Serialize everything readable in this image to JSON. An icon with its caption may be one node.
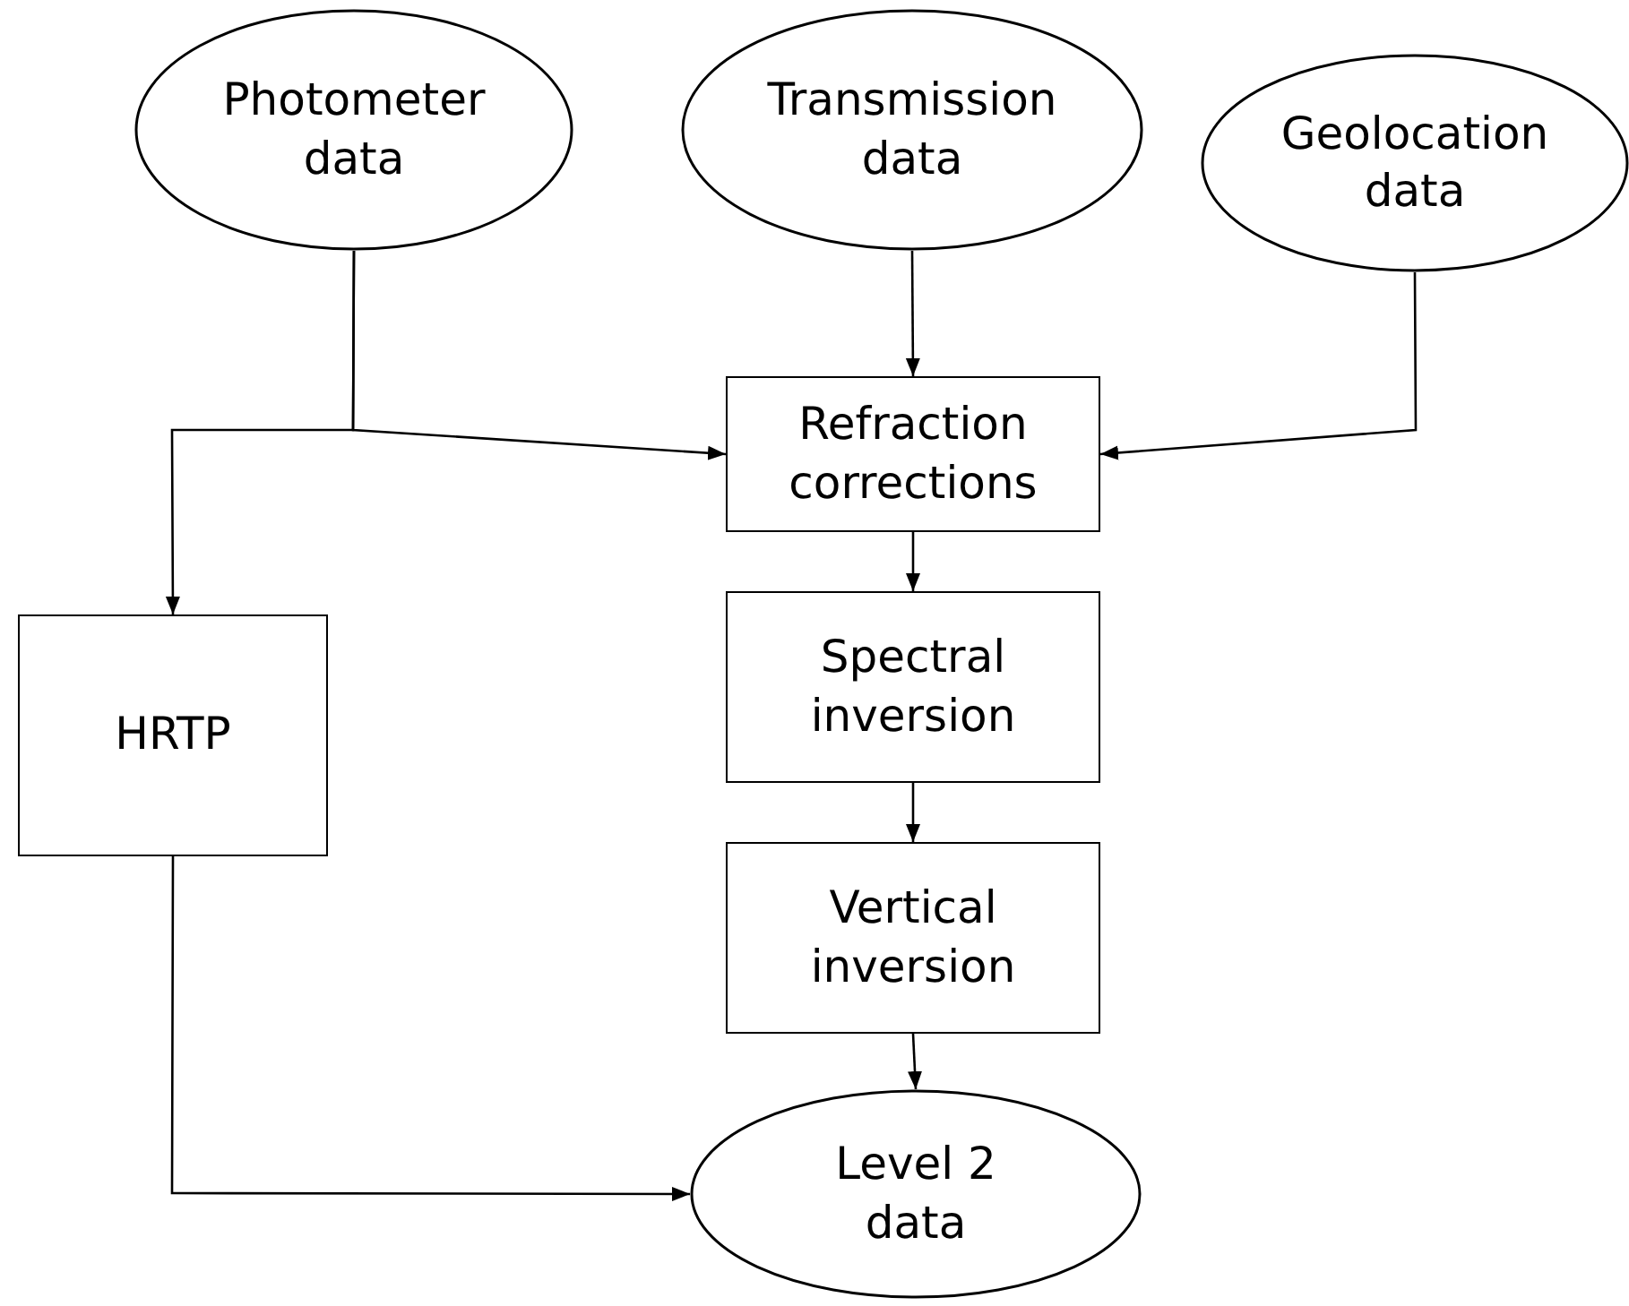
{
  "diagram": {
    "nodes": [
      {
        "text": [
          "Photometer data"
        ]
      },
      {
        "text": [
          "Transmission data"
        ]
      },
      {
        "text": [
          "Geolocation data"
        ]
      },
      {
        "text": [
          "Refraction corrections"
        ]
      },
      {
        "text": [
          "HRTP"
        ]
      },
      {
        "text": [
          "Spectral inversion"
        ]
      },
      {
        "text": [
          "Vertical inversion"
        ]
      },
      {
        "text": [
          "Level 2 data"
        ]
      }
    ],
    "edges": [
      {
        "from": 0,
        "to": 3,
        "arrow": "to"
      },
      {
        "from": 0,
        "to": 4,
        "arrow": "to"
      },
      {
        "from": 1,
        "to": 3,
        "arrow": "to"
      },
      {
        "from": 2,
        "to": 3,
        "arrow": "to"
      },
      {
        "from": 3,
        "to": 5,
        "arrow": "to"
      },
      {
        "from": 5,
        "to": 6,
        "arrow": "to"
      },
      {
        "from": 6,
        "to": 7,
        "arrow": "to"
      },
      {
        "from": 4,
        "to": 7,
        "arrow": "to"
      }
    ]
  }
}
